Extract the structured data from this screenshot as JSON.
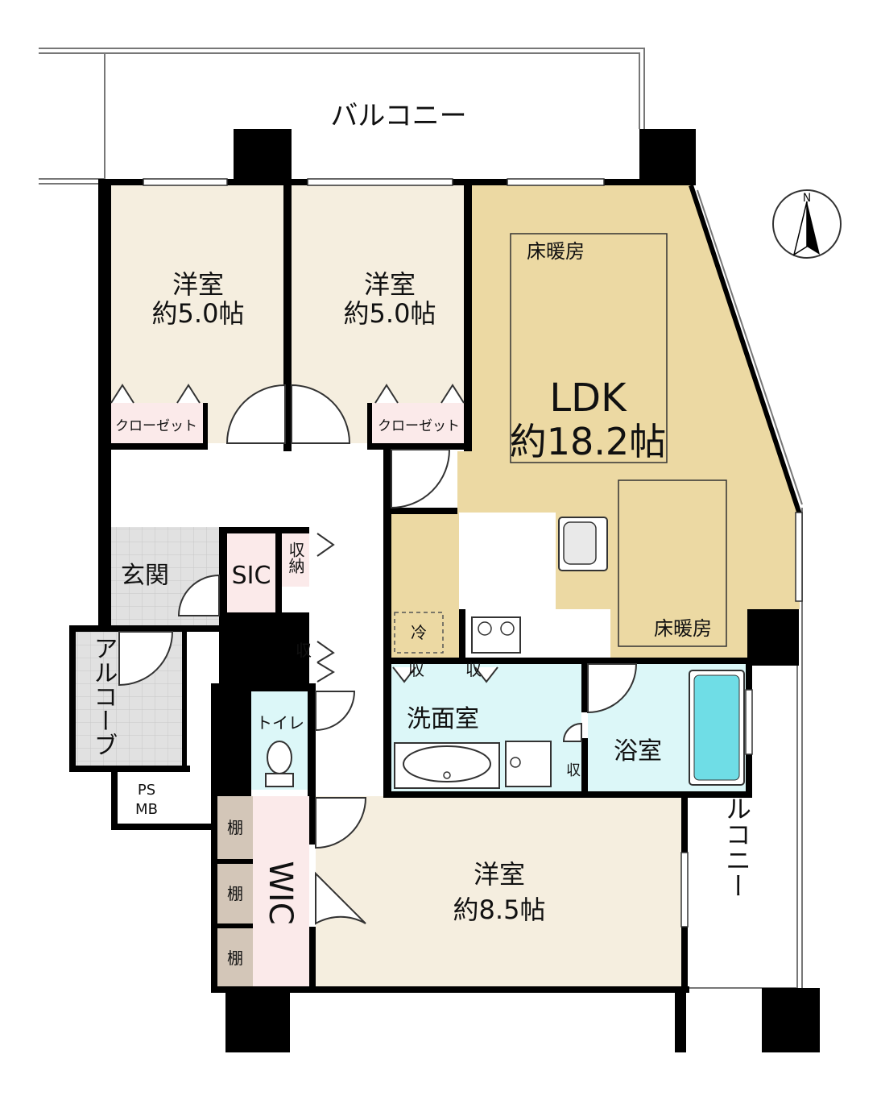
{
  "labels": {
    "balcony_top": "バルコニー",
    "balcony_right": "バルコニー",
    "room1_name": "洋室",
    "room1_size": "約5.0帖",
    "room2_name": "洋室",
    "room2_size": "約5.0帖",
    "ldk_name": "LDK",
    "ldk_size": "約18.2帖",
    "floor_heating_1": "床暖房",
    "floor_heating_2": "床暖房",
    "closet_1": "クローゼット",
    "closet_2": "クローゼット",
    "entrance": "玄関",
    "sic": "SIC",
    "storage_1": "収納",
    "storage_small": "収",
    "storage_laundry_1": "収",
    "storage_laundry_2": "収",
    "storage_bath": "収",
    "fridge": "冷",
    "alcove": "アルコーブ",
    "ps_mb": "PS\nMB",
    "toilet": "トイレ",
    "washroom": "洗面室",
    "bathroom": "浴室",
    "master_name": "洋室",
    "master_size": "約8.5帖",
    "wic": "WIC",
    "shelf_1": "棚",
    "shelf_2": "棚",
    "shelf_3": "棚",
    "compass": "N"
  },
  "colors": {
    "wall": "#000000",
    "room_beige": "#f5eedf",
    "ldk_tan": "#ecd9a3",
    "closet_pink": "#fbeaea",
    "wet_cyan": "#dcf7f8",
    "tub_blue": "#6fdde6",
    "entrance_gray": "#dddddd",
    "shelf_brown": "#d3c6b8",
    "corridor_white": "#ffffff"
  }
}
